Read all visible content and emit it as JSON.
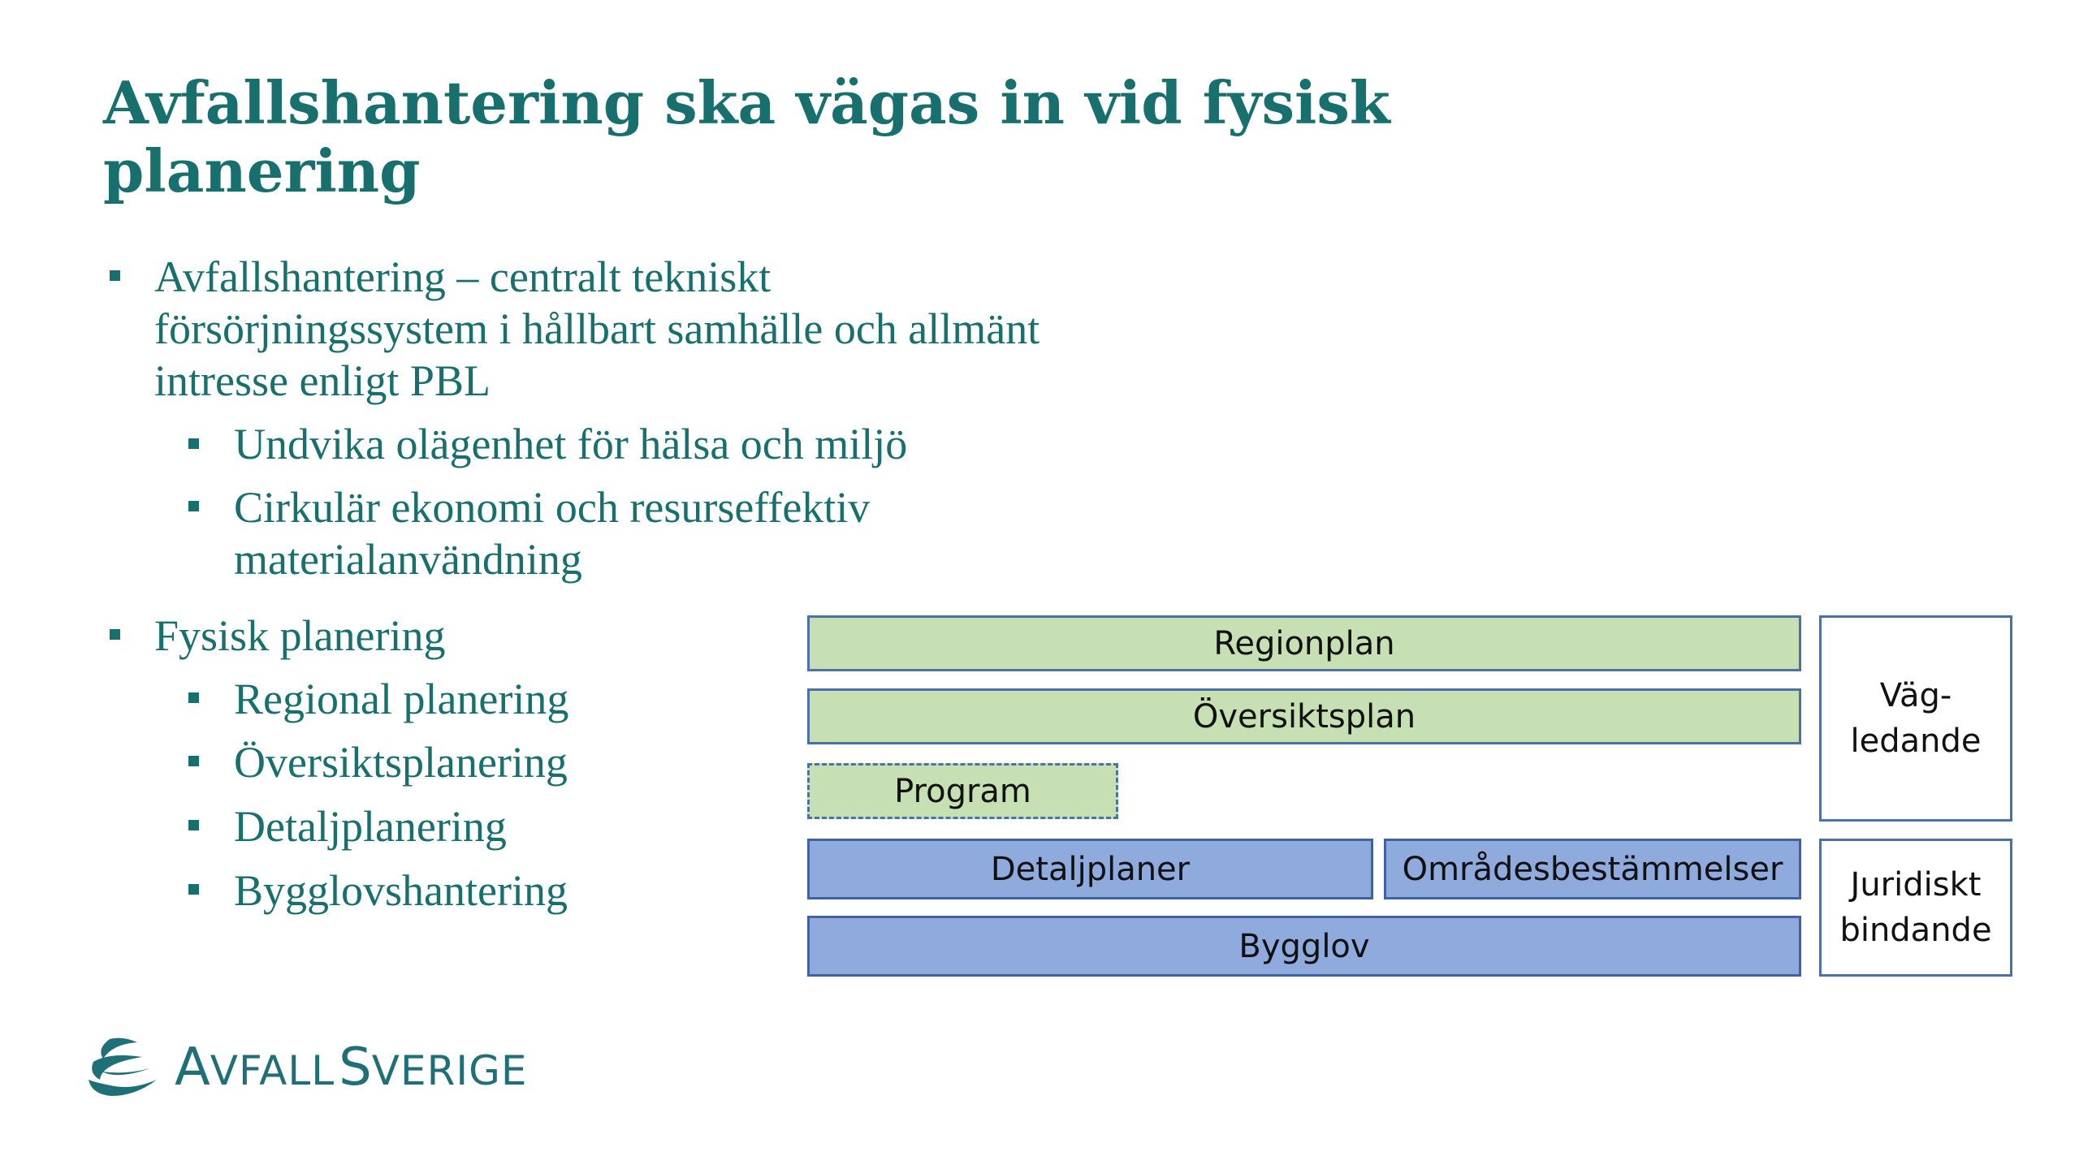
{
  "title": {
    "line1": "Avfallshantering ska vägas in vid fysisk",
    "line2": "planering"
  },
  "bullets": [
    {
      "lines": [
        "Avfallshantering – centralt tekniskt",
        "försörjningssystem i hållbart samhälle och allmänt",
        "intresse enligt PBL"
      ],
      "sub": [
        {
          "lines": [
            "Undvika olägenhet för hälsa och miljö"
          ]
        },
        {
          "lines": [
            "Cirkulär ekonomi och resurseffektiv",
            "materialanvändning"
          ]
        }
      ]
    },
    {
      "lines": [
        "Fysisk planering"
      ],
      "sub": [
        {
          "lines": [
            "Regional planering"
          ]
        },
        {
          "lines": [
            "Översiktsplanering"
          ]
        },
        {
          "lines": [
            "Detaljplanering"
          ]
        },
        {
          "lines": [
            "Bygglovshantering"
          ]
        }
      ]
    }
  ],
  "diagram": {
    "regionplan": "Regionplan",
    "oversiktsplan": "Översiktsplan",
    "program": "Program",
    "detaljplaner": "Detaljplaner",
    "omradesbestammelser": "Områdesbestämmelser",
    "bygglov": "Bygglov",
    "vagledande": [
      "Väg-",
      "ledande"
    ],
    "juridiskt_bindande": [
      "Juridiskt",
      "bindande"
    ]
  },
  "logo": {
    "name": "Avfall Sverige",
    "icon": "wave-logo-icon",
    "color": "#1f6f78"
  },
  "colors": {
    "title_text": "#17706e",
    "green_fill": "#c6e0b4",
    "blue_fill": "#8faadc",
    "box_border": "#4a72a8"
  }
}
